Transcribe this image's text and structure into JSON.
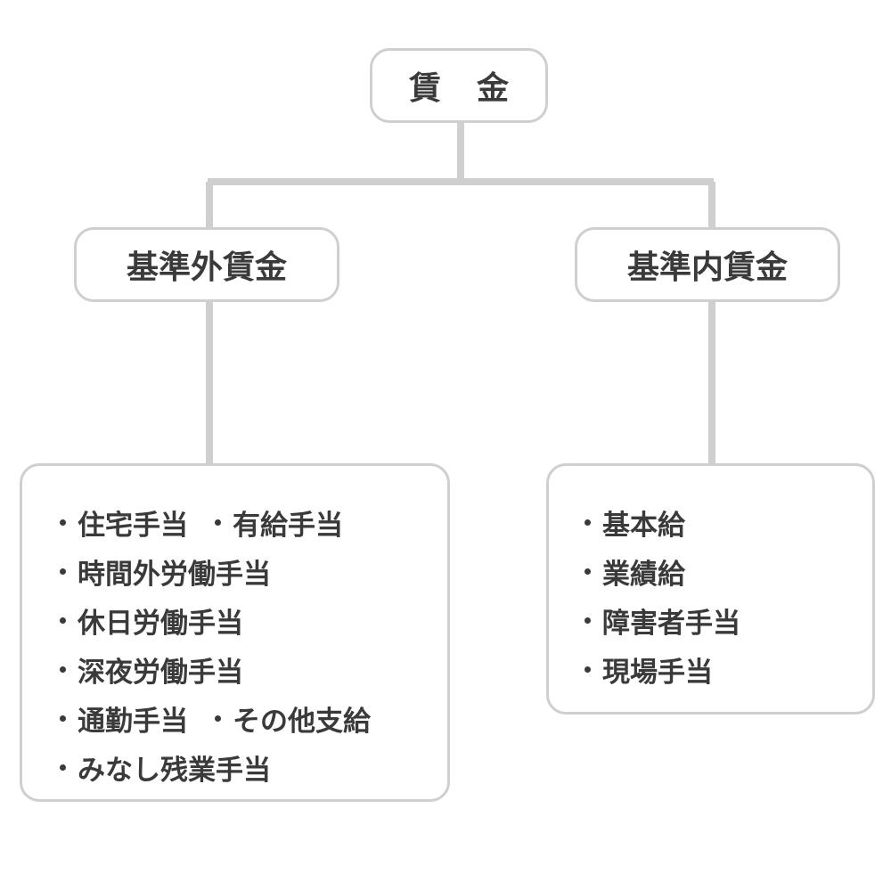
{
  "root": {
    "label": "賃金"
  },
  "branches": {
    "left": {
      "label": "基準外賃金",
      "rows": [
        [
          "住宅手当",
          "有給手当"
        ],
        [
          "時間外労働手当"
        ],
        [
          "休日労働手当"
        ],
        [
          "深夜労働手当"
        ],
        [
          "通勤手当",
          "その他支給"
        ],
        [
          "みなし残業手当"
        ]
      ]
    },
    "right": {
      "label": "基準内賃金",
      "rows": [
        [
          "基本給"
        ],
        [
          "業績給"
        ],
        [
          "障害者手当"
        ],
        [
          "現場手当"
        ]
      ]
    }
  },
  "colors": {
    "border": "#cfcfcf",
    "connector": "#cfcfcf",
    "text": "#3a3a3a"
  }
}
